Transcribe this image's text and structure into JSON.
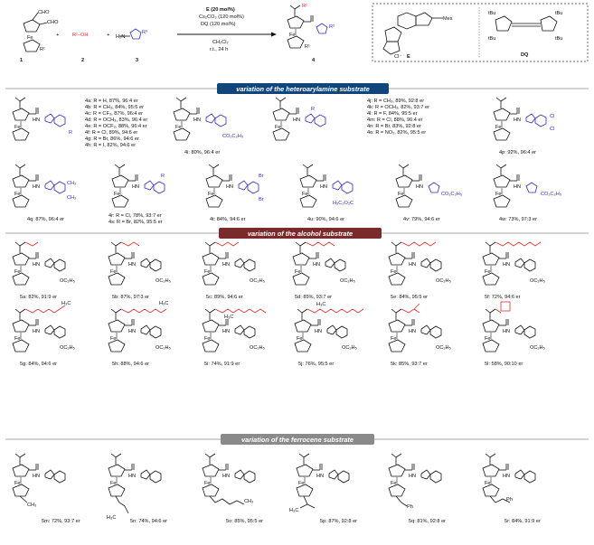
{
  "scheme": {
    "reagent_1_num": "1",
    "reagent_2_num": "2",
    "reagent_3_num": "3",
    "product_num": "4",
    "plus": "+",
    "r2oh": "R²–OH",
    "cond1": "E (20 mol%)",
    "cond2": "Cs₂CO₃ (120 mol%)",
    "cond3": "DQ (120 mol%)",
    "cond4": "CH₂Cl₂",
    "cond5": "r.t., 24 h",
    "catalyst_label": "E",
    "oxidant_label": "DQ",
    "mes": "Mes",
    "chloride": "Cl⁻",
    "tbu": "tBu",
    "cho": "CHO",
    "fe": "Fe",
    "r1": "R¹",
    "r3": "R³",
    "r2": "R²"
  },
  "banners": {
    "section1": "variation of the heteroarylamine substrate",
    "section2": "variation of the alcohol substrate",
    "section3": "variation of the ferrocene substrate"
  },
  "colors": {
    "banner1": "#12457a",
    "banner2": "#7a2a2a",
    "banner3": "#8a8a8a",
    "accent_red": "#d3322f",
    "accent_blue": "#2d2fb5"
  },
  "list_4a_4h": [
    "4a: R = H, 87%, 96:4 er",
    "4b: R = CH₃, 84%, 95:5 er",
    "4c: R = CF₃, 87%, 96:4 er",
    "4d: R = OCH₃, 83%, 96:4 er",
    "4e: R = OCF₃, 88%, 96:4 er",
    "4f: R = Cl, 89%, 94:6 er",
    "4g: R = Br, 86%, 94:6 er",
    "4h: R = I, 82%, 94:6 er"
  ],
  "list_4j_4o": [
    "4j: R = CH₃, 89%, 92:8 er",
    "4k: R = OCH₃, 82%, 93:7 er",
    "4l: R = F, 84%, 95:5 er",
    "4m: R = Cl, 88%, 96:4 er",
    "4n: R = Br, 83%, 92:8 er",
    "4o: R = NO₂, 82%, 95:5 er"
  ],
  "row1": [
    {
      "label": "4i: 80%, 96:4 er",
      "sub": "CO₂C₂H₅"
    },
    {
      "label": "4p: 92%, 96:4 er",
      "sub": "Cl"
    }
  ],
  "row2": [
    {
      "label": "4q: 87%, 96:4 er",
      "sub": "CH₃"
    },
    {
      "label": "4r: R = Cl, 78%, 93:7 er",
      "sub": "R"
    },
    {
      "label": "4s: R = Br, 82%, 95:5 er",
      "sub": ""
    },
    {
      "label": "4t: 84%, 94:6 er",
      "sub": "Br"
    },
    {
      "label": "4u: 90%, 94:6 er",
      "sub": "H₅C₂O₂C"
    },
    {
      "label": "4v: 79%, 94:6 er",
      "sub": "CO₂C₂H₅"
    },
    {
      "label": "4w: 73%, 97:3 er",
      "sub": "CO₂C₂H₅"
    }
  ],
  "row3": [
    {
      "label": "5a: 82%, 91:9 er"
    },
    {
      "label": "5b: 87%, 97:3 er"
    },
    {
      "label": "5c: 89%, 94:6 er"
    },
    {
      "label": "5d: 85%, 93:7 er"
    },
    {
      "label": "5e: 84%, 95:5 er"
    },
    {
      "label": "5f: 72%, 94:6 er"
    }
  ],
  "row4": [
    {
      "label": "5g: 84%, 94:6 er",
      "sub": "H₃C"
    },
    {
      "label": "5h: 88%, 94:6 er",
      "sub": "H₃C"
    },
    {
      "label": "5i: 74%, 91:9 er",
      "sub": "H₃C"
    },
    {
      "label": "5j: 76%, 95:5 er",
      "sub": "H₃C"
    },
    {
      "label": "5k: 85%, 93:7 er",
      "sub": ""
    },
    {
      "label": "5l: 58%, 90:10 er",
      "sub": ""
    }
  ],
  "row5": [
    {
      "label": "5m: 72%, 93:7 er",
      "sub": "CH₃"
    },
    {
      "label": "5n: 74%, 94:6 er",
      "sub": "H₃C"
    },
    {
      "label": "5o: 85%, 95:5 er",
      "sub": "CH₃"
    },
    {
      "label": "5p: 87%, 92:8 er",
      "sub": "H₃C"
    },
    {
      "label": "5q: 81%, 92:8 er",
      "sub": "Ph"
    },
    {
      "label": "5r: 84%, 91:9 er",
      "sub": "Ph"
    }
  ],
  "common": {
    "fe": "Fe",
    "nh": "HN",
    "n": "N",
    "s": "S",
    "o": "O",
    "oc2h5": "OC₂H₅",
    "r": "R",
    "cl": "Cl",
    "ch3": "CH₃"
  }
}
